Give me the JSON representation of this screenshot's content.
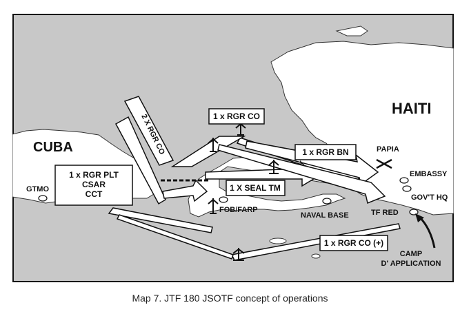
{
  "map": {
    "regions": {
      "cuba": "CUBA",
      "haiti": "HAITI"
    },
    "places": {
      "gtmo": "GTMO",
      "fob_farp": "FOB/FARP",
      "naval_base": "NAVAL BASE",
      "papia": "PAPIA",
      "embassy": "EMBASSY",
      "govt_hq": "GOV'T HQ",
      "tf_red": "TF RED",
      "camp_line1": "CAMP",
      "camp_line2": "D' APPLICATION"
    },
    "units": {
      "rgr_plt_line1": "1 x RGR PLT",
      "rgr_plt_line2": "CSAR",
      "rgr_plt_line3": "CCT",
      "two_rgr_co": "2 X RGR CO",
      "rgr_co": "1 x RGR CO",
      "rgr_bn": "1 x RGR BN",
      "seal_tm": "1 X SEAL TM",
      "rgr_co_plus": "1 x RGR CO (+)"
    }
  },
  "caption": "Map 7. JTF 180 JSOTF concept of operations"
}
